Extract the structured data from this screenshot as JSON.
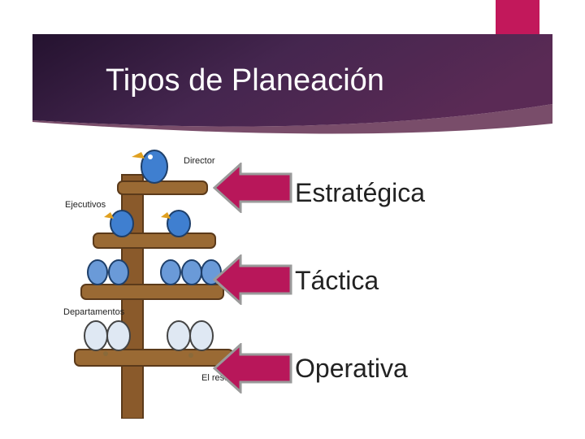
{
  "slide": {
    "title": "Tipos de Planeación",
    "levels": [
      {
        "label": "Estratégica"
      },
      {
        "label": "Táctica"
      },
      {
        "label": "Operativa"
      }
    ]
  },
  "illustration": {
    "labels": {
      "director": "Director",
      "ejecutivos": "Ejecutivos",
      "departamentos": "Departamentos",
      "resto": "El resto"
    }
  },
  "colors": {
    "banner_dark": "#2a1638",
    "banner_mid": "#4a2a5e",
    "banner_light": "#7a3a6a",
    "accent": "#c2185b",
    "arrow_fill": "#b8175a",
    "arrow_stroke": "#a0a0a0",
    "wood": "#8a5a2b",
    "bird_blue": "#3f7fd0"
  }
}
